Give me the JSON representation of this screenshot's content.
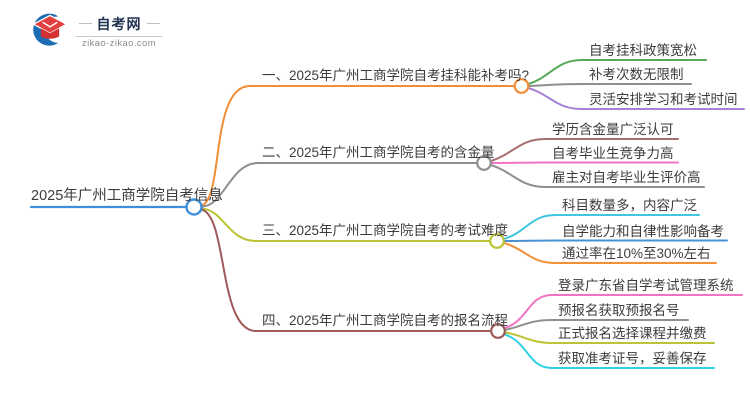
{
  "logo": {
    "icon": "graduation-cap-crescent-icon",
    "title": "自考网",
    "domain": "zikao-zikao.com"
  },
  "root": {
    "label": "2025年广州工商学院自考信息",
    "color": "#3e8fd9"
  },
  "branches": [
    {
      "label": "一、2025年广州工商学院自考挂科能补考吗?",
      "color": "#f28d35",
      "children": [
        {
          "label": "自考挂科政策宽松",
          "color": "#57a95c"
        },
        {
          "label": "补考次数无限制",
          "color": "#8f8f8f"
        },
        {
          "label": "灵活安排学习和考试时间",
          "color": "#a681d6"
        }
      ]
    },
    {
      "label": "二、2025年广州工商学院自考的含金量",
      "color": "#8f8f8f",
      "children": [
        {
          "label": "学历含金量广泛认可",
          "color": "#a86f6f"
        },
        {
          "label": "自考毕业生竞争力高",
          "color": "#f173c5"
        },
        {
          "label": "雇主对自考毕业生评价高",
          "color": "#8f8f8f"
        }
      ]
    },
    {
      "label": "三、2025年广州工商学院自考的考试难度",
      "color": "#bcc434",
      "children": [
        {
          "label": "科目数量多，内容广泛",
          "color": "#3fc6e0"
        },
        {
          "label": "自学能力和自律性影响备考",
          "color": "#4a90d5"
        },
        {
          "label": "通过率在10%至30%左右",
          "color": "#f2913a"
        }
      ]
    },
    {
      "label": "四、2025年广州工商学院自考的报名流程",
      "color": "#9f5a5a",
      "children": [
        {
          "label": "登录广东省自学考试管理系统",
          "color": "#f173c5"
        },
        {
          "label": "预报名获取预报名号",
          "color": "#8f8f8f"
        },
        {
          "label": "正式报名选择课程并缴费",
          "color": "#bcc434"
        },
        {
          "label": "获取准考证号，妥善保存",
          "color": "#2fd3e6"
        }
      ]
    }
  ]
}
